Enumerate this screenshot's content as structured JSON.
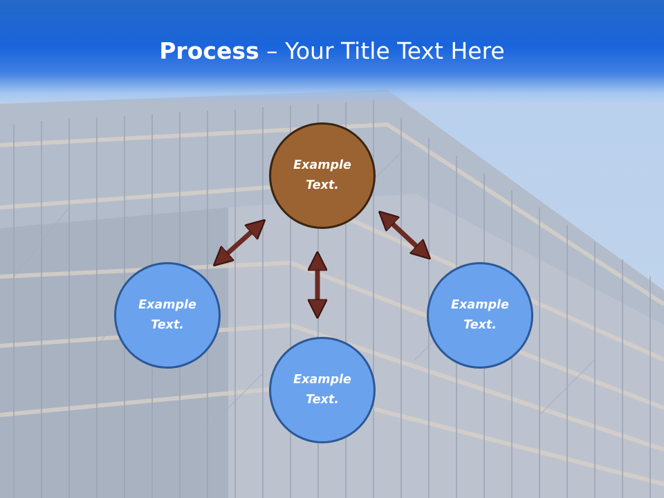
{
  "slide": {
    "title_bold": "Process",
    "title_rest": " – Your Title Text Here"
  },
  "colors": {
    "header_blue": "#1a64dc",
    "circle_blue": "#6aa2ee",
    "circle_blue_border": "#2c5896",
    "circle_brown": "#9a6331",
    "arrow": "#6b2a22"
  },
  "diagram": {
    "nodes": [
      {
        "id": "top",
        "label": "Example Text.",
        "color": "brown"
      },
      {
        "id": "left",
        "label": "Example Text.",
        "color": "blue"
      },
      {
        "id": "bottom",
        "label": "Example Text.",
        "color": "blue"
      },
      {
        "id": "right",
        "label": "Example Text.",
        "color": "blue"
      }
    ],
    "edges": [
      {
        "from": "top",
        "to": "left",
        "type": "double-arrow"
      },
      {
        "from": "top",
        "to": "bottom",
        "type": "double-arrow"
      },
      {
        "from": "top",
        "to": "right",
        "type": "double-arrow"
      }
    ]
  }
}
